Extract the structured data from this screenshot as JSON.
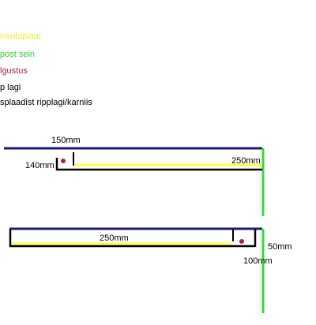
{
  "legend": [
    {
      "text": "vavilaplaat",
      "color": "#ffff44"
    },
    {
      "text": "post sein",
      "color": "#33dd33"
    },
    {
      "text": "lgustus",
      "color": "#aa2244"
    },
    {
      "text": "p lagi",
      "color": "#000000"
    },
    {
      "text": "splaadist ripplagi/karniis",
      "color": "#000000"
    }
  ],
  "detail_top": {
    "dim_width_top": "150mm",
    "dim_height": "140mm",
    "dim_length": "250mm"
  },
  "detail_bottom": {
    "dim_length": "250mm",
    "dim_height": "50mm",
    "dim_width": "100mm"
  },
  "colors": {
    "ceiling": "#1a1a7a",
    "wall": "#33dd33",
    "panel": "#ffff44",
    "insulation": "#aa2244",
    "soffit": "#000000"
  }
}
